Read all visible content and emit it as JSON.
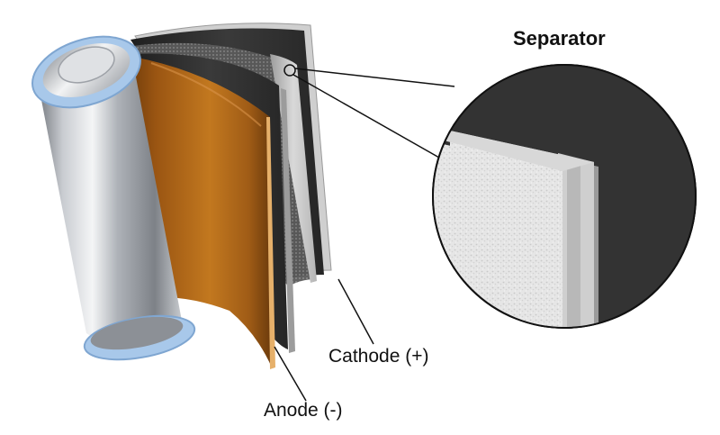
{
  "labels": {
    "separator": "Separator",
    "cathode": "Cathode (+)",
    "anode": "Anode (-)"
  },
  "colors": {
    "background": "#ffffff",
    "anode_copper": "#b46a1c",
    "cathode_dark": "#2f2f2f",
    "separator_light": "#d8d8d8",
    "can_steel": "#c8ccd2",
    "can_rim": "#a8c8ea",
    "callout_line": "#111111"
  },
  "icons": {
    "battery_cell": "cylindrical-battery-cutaway",
    "magnifier": "zoom-callout-circle"
  }
}
